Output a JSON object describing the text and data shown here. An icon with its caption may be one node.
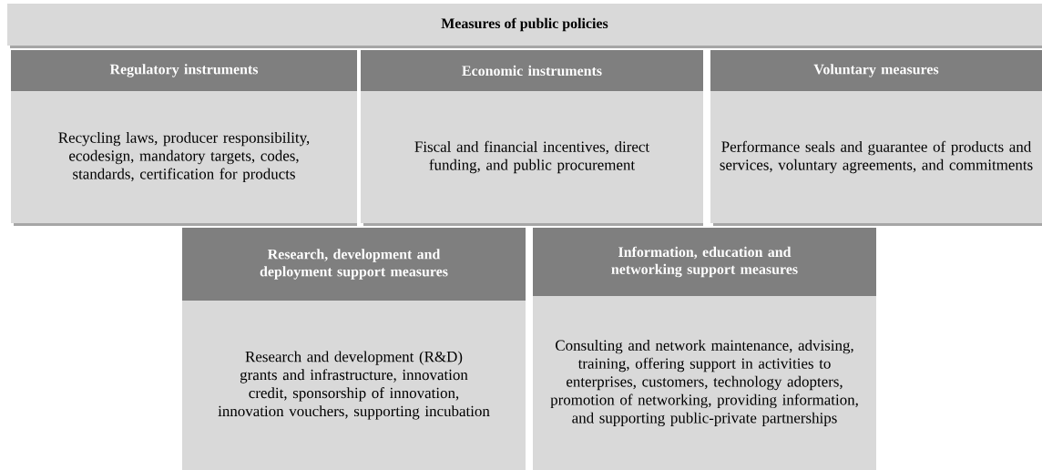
{
  "diagram": {
    "nodes": [
      {
        "text": [
          "Measures of public policies"
        ]
      },
      {
        "text": [
          "Regulatory instruments",
          "Recycling laws, producer responsibility, ecodesign, mandatory targets, codes, standards, certification for products"
        ]
      },
      {
        "text": [
          "Economic instruments",
          "Fiscal and financial incentives, direct funding, and public procurement"
        ]
      },
      {
        "text": [
          "Voluntary measures",
          "Performance seals and guarantee of products and services, voluntary agreements, and commitments"
        ]
      },
      {
        "text": [
          "Research, development and deployment support measures",
          "Research and development (R&D) grants and infrastructure, innovation credit, sponsorship of innovation, innovation vouchers, supporting incubation"
        ]
      },
      {
        "text": [
          "Information, education and networking support measures",
          "Consulting and network maintenance, advising, training, offering support in activities to enterprises, customers, technology adopters, promotion of networking, providing information, and supporting public-private partnerships"
        ]
      }
    ]
  }
}
